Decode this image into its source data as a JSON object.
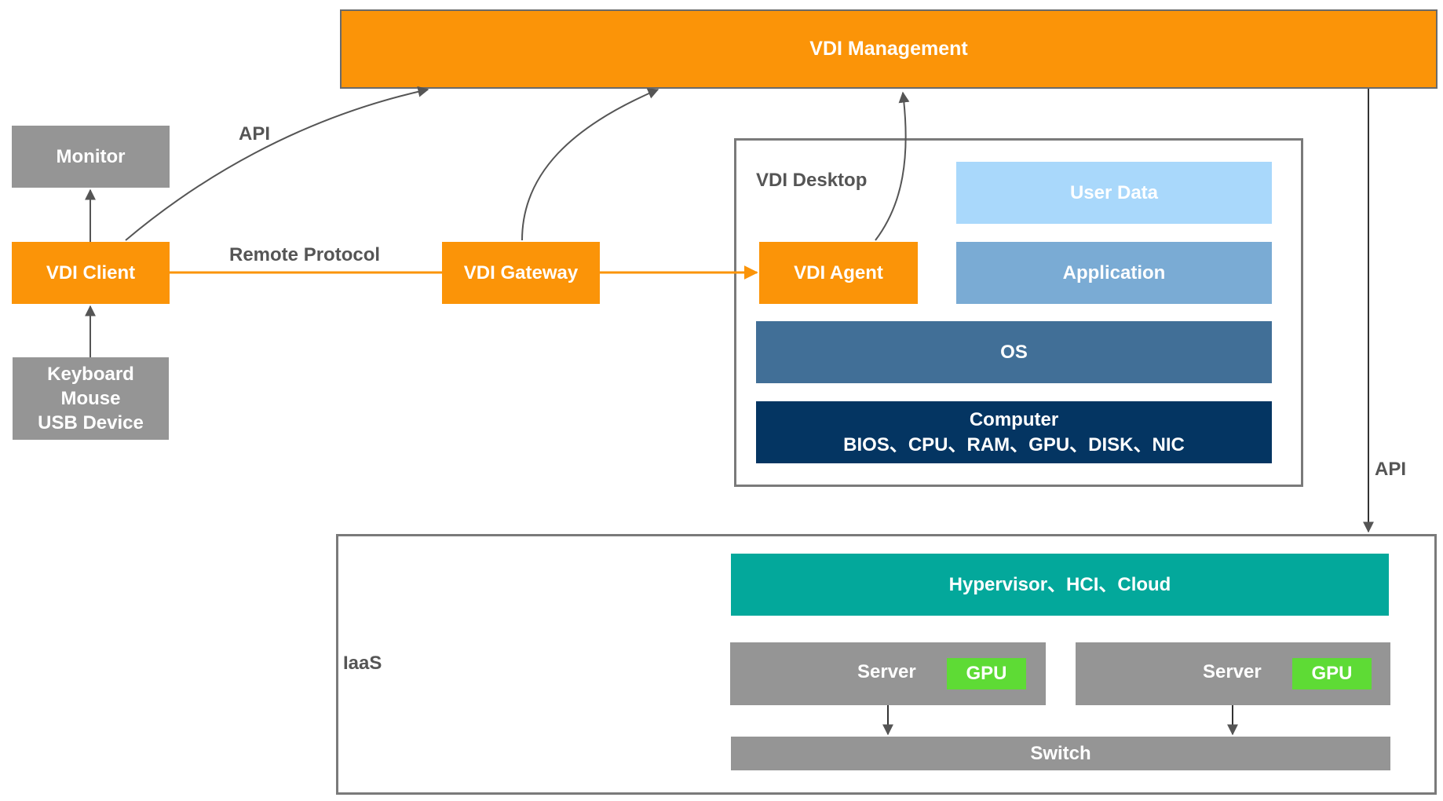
{
  "colors": {
    "orange": "#fb9408",
    "gray": "#959595",
    "user_data": "#a9d8fb",
    "application": "#7aabd4",
    "os": "#416f97",
    "computer": "#043562",
    "hypervisor": "#03a89b",
    "gpu": "#5edb35",
    "line": "#555555",
    "arrow_orange": "#fb9408"
  },
  "nodes": {
    "vdi_management": "VDI Management",
    "monitor": "Monitor",
    "vdi_client": "VDI Client",
    "peripherals": [
      "Keyboard",
      "Mouse",
      "USB Device"
    ],
    "vdi_gateway": "VDI Gateway",
    "vdi_agent": "VDI Agent",
    "user_data": "User Data",
    "application": "Application",
    "os": "OS",
    "computer": [
      "Computer",
      "BIOS、CPU、RAM、GPU、DISK、NIC"
    ],
    "hypervisor": "Hypervisor、HCI、Cloud",
    "server_1": "Server",
    "gpu_1": "GPU",
    "server_2": "Server",
    "gpu_2": "GPU",
    "switch": "Switch"
  },
  "groups": {
    "vdi_desktop": "VDI Desktop",
    "iaas": "IaaS"
  },
  "edge_labels": {
    "client_api": "API",
    "remote_protocol": "Remote Protocol",
    "management_api": "API"
  }
}
